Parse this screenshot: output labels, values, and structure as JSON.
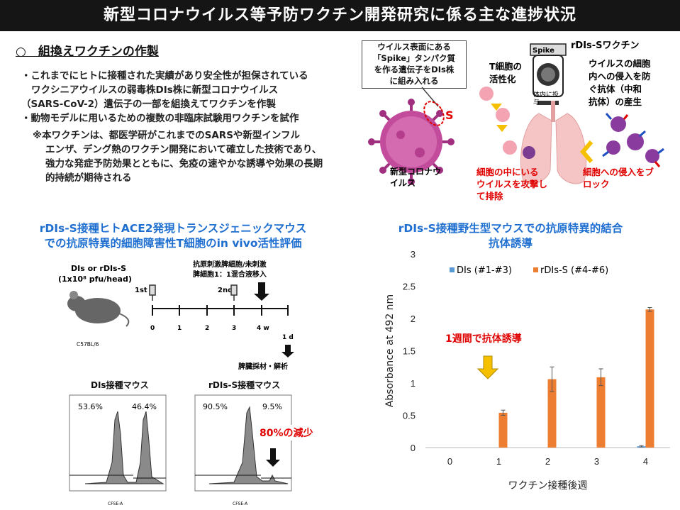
{
  "title": "新型コロナウイルス等予防ワクチン開発研究に係る主な進捗状況",
  "section": {
    "heading": "○　組換えワクチンの作製",
    "bullets": [
      "・これまでにヒトに接種された実績があり安全性が担保されている",
      "ワクシニアウイルスの弱毒株DIs株に新型コロナウイルス",
      "（SARS-CoV-2）遺伝子の一部を組換えてワクチンを作製",
      "・動物モデルに用いるための複数の非臨床試験用ワクチンを試作"
    ],
    "note": [
      "※本ワクチンは、都医学研がこれまでのSARSや新型インフル",
      "エンザ、デング熱のワクチン開発において確立した技術であり、",
      "強力な発症予防効果とともに、免疫の速やかな誘導や効果の長期",
      "的持続が期待される"
    ]
  },
  "diagram": {
    "callout_lines": [
      "ウイルス表面にある",
      "「Spike」タンパク質",
      "を作る遺伝子をDIs株",
      "に組み入れる"
    ],
    "s_label": "S",
    "spike_label": "Spike",
    "vaccine_label": "rDIs-Sワクチン",
    "tcell_label": [
      "T細胞の",
      "活性化"
    ],
    "inject_label": [
      "体内に投",
      "与"
    ],
    "antibody_lines": [
      "ウイルスの細胞",
      "内への侵入を防",
      "ぐ抗体（中和",
      "抗体）の産生"
    ],
    "virus_label": [
      "新型コロナウ",
      "イルス"
    ],
    "attack_lines": [
      "細胞の中にいる",
      "ウイルスを攻撃し",
      "て排除"
    ],
    "block_lines": [
      "細胞への侵入をブ",
      "ロック"
    ]
  },
  "left_panel": {
    "heading_lines": [
      "rDIs-S接種ヒトACE2発現トランスジェニックマウス",
      "での抗原特異的細胞障害性T細胞のin vivo活性評価"
    ],
    "dose_label": "DIs or rDIs-S",
    "dose_amount": "(1x10⁸ pfu/head)",
    "first_dose": "1st",
    "second_dose": "2nd",
    "transfer_lines": [
      "抗原刺激脾細胞/未刺激",
      "脾細胞1：1混合液移入"
    ],
    "strain": "C57BL/6",
    "timeline_ticks": [
      "0",
      "1",
      "2",
      "3",
      "4 w"
    ],
    "day_label": "1 d",
    "harvest": "脾臓採材・解析",
    "hist_dis_title": "DIs接種マウス",
    "hist_rdis_title": "rDIs-S接種マウス",
    "dis_left_pct": "53.6%",
    "dis_right_pct": "46.4%",
    "rdis_left_pct": "90.5%",
    "rdis_right_pct": "9.5%",
    "reduction": "80%の減少",
    "xaxis": "CFSE-A"
  },
  "chart_data": {
    "type": "bar",
    "title": "rDIs-S接種野生型マウスでの抗原特異的結合抗体誘導",
    "title_lines": [
      "rDIs-S接種野生型マウスでの抗原特異的結合",
      "抗体誘導"
    ],
    "xlabel": "ワクチン接種後週",
    "ylabel": "Absorbance at 492 nm",
    "categories": [
      "0",
      "1",
      "2",
      "3",
      "4"
    ],
    "ylim": [
      0,
      3
    ],
    "yticks": [
      "0",
      "0.5",
      "1",
      "1.5",
      "2",
      "2.5",
      "3"
    ],
    "legend_position": "top-right",
    "series": [
      {
        "name": "DIs (#1-#3)",
        "color": "#5b9bd5",
        "values": [
          0,
          0,
          0,
          0,
          0.02
        ],
        "errors": [
          0,
          0,
          0,
          0,
          0.01
        ]
      },
      {
        "name": "rDIs-S (#4-#6)",
        "color": "#ed7d31",
        "values": [
          0,
          0.54,
          1.06,
          1.09,
          2.14
        ],
        "errors": [
          0,
          0.04,
          0.19,
          0.13,
          0.03
        ]
      }
    ],
    "annotation": "1週間で抗体誘導"
  }
}
